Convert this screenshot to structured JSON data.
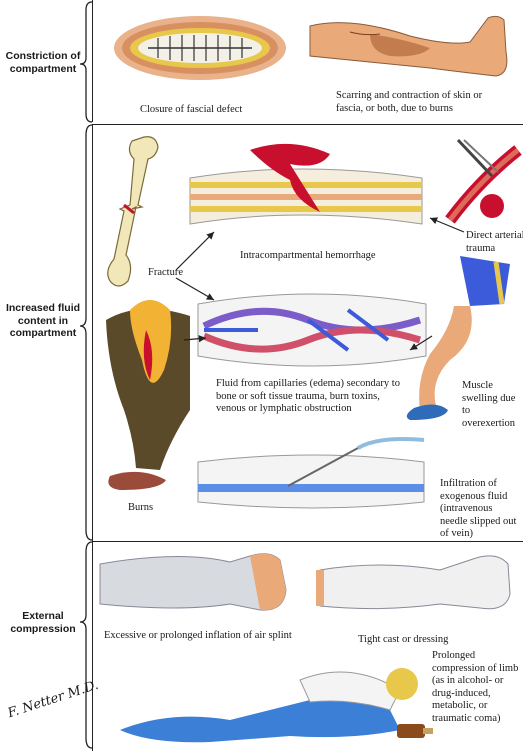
{
  "sections": [
    {
      "label": "Constriction of compartment"
    },
    {
      "label": "Increased fluid content in compartment"
    },
    {
      "label": "External compression"
    }
  ],
  "captions": {
    "closure": "Closure of fascial defect",
    "scarring": "Scarring and contraction of skin or fascia, or both, due to burns",
    "fracture": "Fracture",
    "hemorrhage": "Intracompartmental hemorrhage",
    "arterial": "Direct arterial trauma",
    "edema": "Fluid from capillaries (edema) secondary to bone or soft tissue trauma, burn toxins, venous or lymphatic obstruction",
    "muscle": "Muscle swelling due to overexertion",
    "burns": "Burns",
    "infiltration": "Infiltration of exogenous fluid (intravenous needle slipped out of vein)",
    "air_splint": "Excessive or prolonged inflation of air splint",
    "cast": "Tight cast or dressing",
    "prolonged": "Prolonged compression of limb (as in alcohol- or drug-induced, metabolic, or traumatic coma)"
  },
  "signature": "F. Netter M.D.",
  "colors": {
    "blood": "#c8102e",
    "vein": "#3b5bdb",
    "fat": "#e8c84a",
    "skin": "#e9a978"
  }
}
